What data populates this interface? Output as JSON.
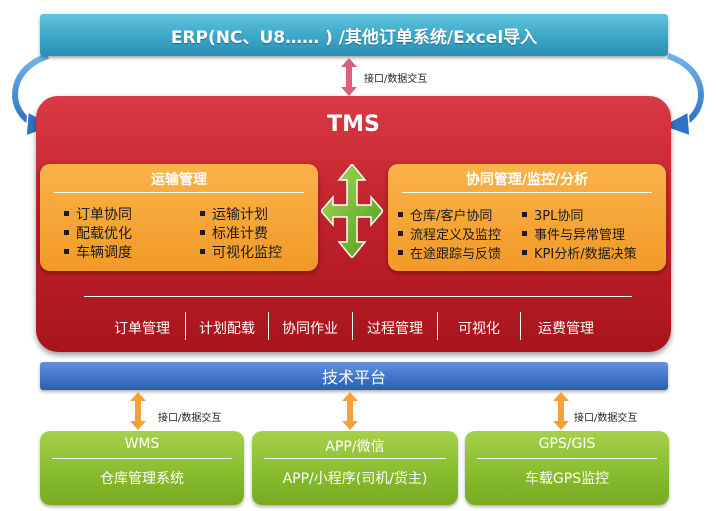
{
  "top_bar": {
    "label": "ERP(NC、U8…… ) /其他订单系统/Excel导入"
  },
  "interface_label_top": "接口/数据交互",
  "tms": {
    "title": "TMS",
    "left_panel": {
      "title": "运输管理",
      "col1": [
        "订单协同",
        "配载优化",
        "车辆调度"
      ],
      "col2": [
        "运输计划",
        "标准计费",
        "可视化监控"
      ]
    },
    "right_panel": {
      "title": "协同管理/监控/分析",
      "col1": [
        "仓库/客户协同",
        "流程定义及监控",
        "在途跟踪与反馈"
      ],
      "col2": [
        "3PL协同",
        "事件与异常管理",
        "KPI分析/数据决策"
      ]
    },
    "functions": [
      "订单管理",
      "计划配载",
      "协同作业",
      "过程管理",
      "可视化",
      "运费管理"
    ]
  },
  "tech_platform": {
    "label": "技术平台"
  },
  "interface_labels_bottom": [
    "接口/数据交互",
    "接口/数据交互"
  ],
  "bottom_boxes": [
    {
      "title": "WMS",
      "body": "仓库管理系统"
    },
    {
      "title": "APP/微信",
      "body": "APP/小程序(司机/货主)"
    },
    {
      "title": "GPS/GIS",
      "body": "车载GPS监控"
    }
  ],
  "colors": {
    "erp": "#3aa6c9",
    "tms": "#c4242e",
    "panel": "#f39a27",
    "tech": "#3e72c6",
    "green": "#86bb2c",
    "arrow_green": "#6cb72c",
    "arrow_pink": "#d9627a",
    "arrow_orange": "#f3a23a"
  }
}
